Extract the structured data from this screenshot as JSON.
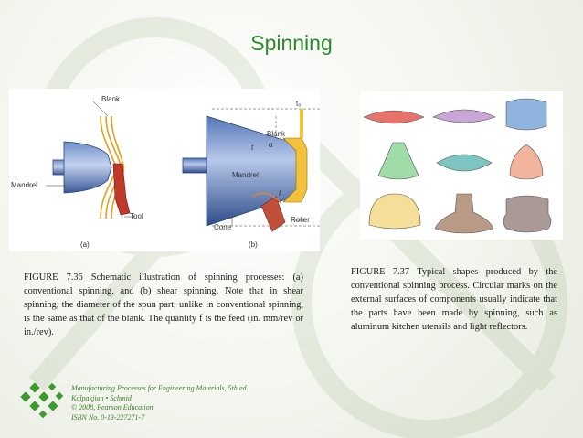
{
  "slide": {
    "title": "Spinning"
  },
  "figure_736": {
    "labels": {
      "blank_left": "Blank",
      "mandrel_left": "Mandrel",
      "tool": "Tool",
      "panel_a": "(a)",
      "t0": "t₀",
      "blank_right": "Blank",
      "t": "t",
      "alpha": "α",
      "mandrel_right": "Mandrel",
      "f": "f",
      "roller": "Roller",
      "cone": "Cone",
      "panel_b": "(b)"
    },
    "caption": "FIGURE 7.36   Schematic illustration of spinning processes: (a) conventional spinning, and (b) shear spinning. Note that in shear spinning, the diameter of the spun part, unlike in conventional spinning, is the same as that of the blank. The quantity f is the feed (in. mm/rev or in./rev)."
  },
  "figure_737": {
    "caption": "FIGURE 7.37   Typical shapes produced by the conventional spinning process. Circular marks on the external surfaces of components usually indicate that the parts have been made by spinning, such as aluminum kitchen utensils and light reflectors.",
    "shape_colors": [
      "#e8736a",
      "#c9a8d8",
      "#8fb4de",
      "#9fdca8",
      "#7ec4c0",
      "#f2b49a",
      "#f5df98",
      "#b89a86",
      "#a99a96"
    ]
  },
  "footer": {
    "line1": "Manufacturing Processes for Engineering Materials, 5th ed.",
    "line2": "Kalpakjian • Schmid",
    "line3": "© 2008, Pearson Education",
    "line4": "ISBN No. 0-13-227271-7"
  }
}
